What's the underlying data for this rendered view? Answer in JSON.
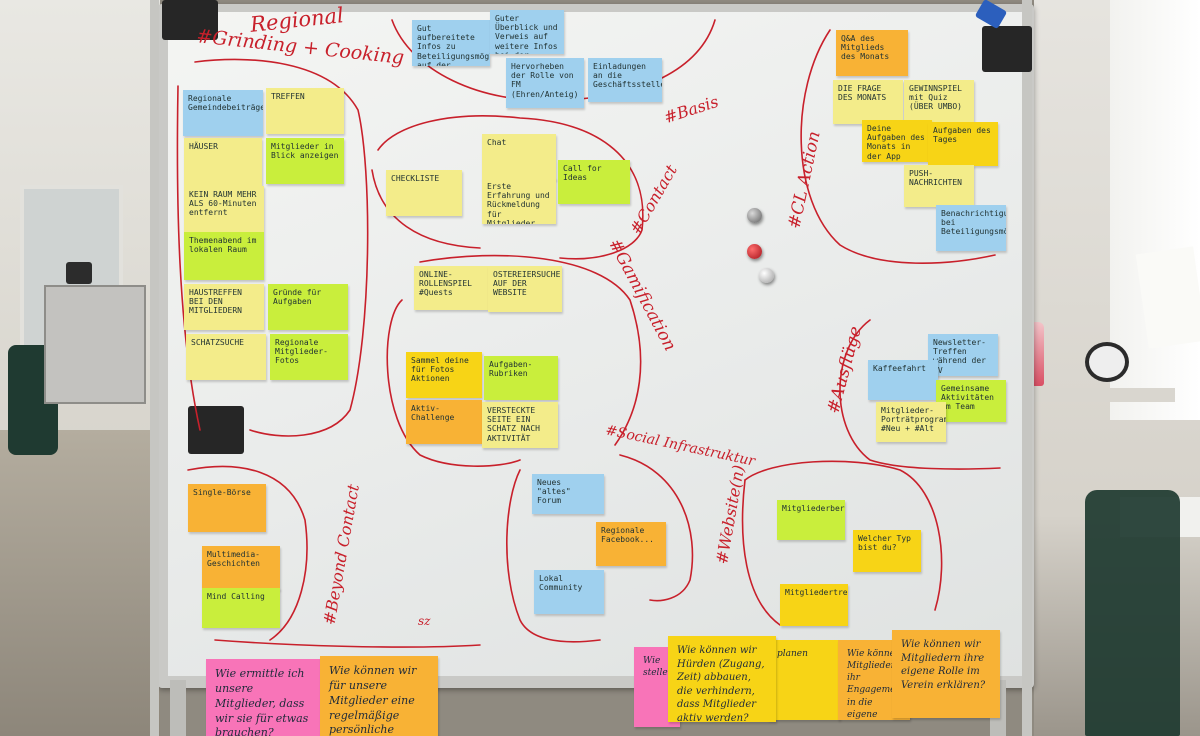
{
  "headings": {
    "regional_top": "Regional",
    "regional_sub": "#Grinding + Cooking",
    "basis": "#Basis",
    "contact": "#Contact",
    "cl_action": "#CL Action",
    "gamification": "#Gamification",
    "ausfluge": "#Ausflüge",
    "social": "#Social Infrastruktur",
    "website": "#Website(n)",
    "beyond": "#Beyond Contact",
    "sz": "sz"
  },
  "notes": {
    "n_auffrischen": "Gut aufbereitete Infos zu Beteiligungsmöglichkeiten auf der Website",
    "n_ueberblick": "Guter Überblick und Verweis auf weitere Infos bei der Begrüßung",
    "n_hervorheben": "Hervorheben der Rolle von FM (Ehren/Anteig)",
    "n_einladungen": "Einladungen an die Geschäftsstelle",
    "n_regionale": "Regionale Gemeindebeiträge",
    "n_treffen": "TREFFEN",
    "n_haeuser": "HÄUSER",
    "n_mitglieder_blick": "Mitglieder in Blick anzeigen",
    "n_kein_raum": "KEIN RAUM MEHR ALS 60-Minuten entfernt",
    "n_themenabend": "Themenabend im lokalen Raum",
    "n_haustreffen": "HAUSTREFFEN BEI DEN MITGLIEDERN",
    "n_gruende": "Gründe für Aufgaben",
    "n_schatzsuche": "SCHATZSUCHE",
    "n_mitglieder_fotos": "Regionale Mitglieder-Fotos",
    "n_chat": "Chat",
    "n_checkliste": "CHECKLISTE",
    "n_erste_erfahrung": "Erste Erfahrung und Rückmeldung für Mitglieder",
    "n_call_for_ideas": "Call for Ideas",
    "n_qa": "Q&A des Mitglieds des Monats",
    "n_frage_monats": "DIE FRAGE DES MONATS",
    "n_gewinnspiel": "GEWINNSPIEL mit Quiz (ÜBER UMBO)",
    "n_aufgaben_app": "Deine Aufgaben des Monats in der App",
    "n_aufgaben_tages": "Aufgaben des Tages",
    "n_push": "PUSH-NACHRICHTEN",
    "n_benachrichtigung": "Benachrichtigung bei Beteiligungsmöglichkeiten",
    "n_online_rollenspiel": "ONLINE-ROLLENSPIEL #Quests",
    "n_ostereiersuche": "OSTEREIERSUCHE AUF DER WEBSITE",
    "n_sammel": "Sammel deine für Fotos Aktionen",
    "n_aufgaben_rubrik": "Aufgaben-Rubriken",
    "n_aktiv_challenge": "Aktiv-Challenge",
    "n_versteckte": "VERSTECKTE SEITE EIN SCHATZ NACH AKTIVITÄT",
    "n_newsletter_treffen": "Newsletter-Treffen während der MV",
    "n_kaffeefahrt": "Kaffeefahrt",
    "n_gemeinsame": "Gemeinsame Aktivitäten im Team",
    "n_mitglieder_portrait": "Mitglieder-Porträtprogramm #Neu + #Alt",
    "n_forum": "Neues \"altes\" Forum",
    "n_regionale_facebook": "Regionale Facebook...",
    "n_lokal_community": "Lokal Community",
    "n_mitgliederbereich": "Mitgliederbereich",
    "n_welcher_typ": "Welcher Typ bist du?",
    "n_mitgliedertreffen": "Mitgliedertreffen",
    "n_singleboerse": "Single-Börse",
    "n_multimedia": "Multimedia-Geschichten",
    "n_mind_calling": "Mind Calling",
    "n_wie_ermittle": "Wie ermittle ich unsere Mitglieder, dass wir sie für etwas brauchen?",
    "n_regelmaessig": "Wie können wir für unsere Mitglieder eine regelmäßige persönliche Kontaktmöglichkeit schaffen?",
    "n_wie_stellen": "Wie stellen",
    "n_huerden": "Wie können wir Hürden (Zugang, Zeit) abbauen, die verhindern, dass Mitglieder aktiv werden?",
    "n_planen": "planen",
    "n_engagement": "Wie können Mitglieder ihr Engagement in die eigene Geld geben?",
    "n_eigene_rolle": "Wie können wir Mitgliedern ihre eigene Rolle im Verein erklären?"
  },
  "colors": {
    "blue": "#9fd0ee",
    "yellow": "#f3ec8a",
    "lime": "#c9ee3c",
    "orange": "#f8b235",
    "pink": "#f874b8",
    "marker": "#c8202b"
  }
}
